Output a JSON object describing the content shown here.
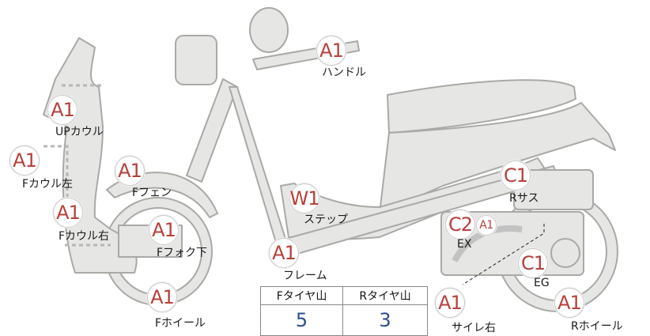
{
  "parts": [
    {
      "id": "handle",
      "grade": "A1",
      "label": "ハンドル"
    },
    {
      "id": "up-cowl",
      "grade": "A1",
      "label": "UPカウル"
    },
    {
      "id": "f-cowl-left",
      "grade": "A1",
      "label": "Fカウル左"
    },
    {
      "id": "f-fender",
      "grade": "A1",
      "label": "Fフェン"
    },
    {
      "id": "f-cowl-right",
      "grade": "A1",
      "label": "Fカウル右"
    },
    {
      "id": "f-fork-lower",
      "grade": "A1",
      "label": "Fフォク下"
    },
    {
      "id": "f-wheel",
      "grade": "A1",
      "label": "Fホイール"
    },
    {
      "id": "step",
      "grade": "W1",
      "label": "ステップ"
    },
    {
      "id": "frame",
      "grade": "A1",
      "label": "フレーム"
    },
    {
      "id": "r-suspension",
      "grade": "C1",
      "label": "Rサス"
    },
    {
      "id": "exhaust",
      "grade": "C2",
      "grade2": "A1",
      "label": "EX"
    },
    {
      "id": "engine",
      "grade": "C1",
      "label": "EG"
    },
    {
      "id": "side-cover-right",
      "grade": "A1",
      "label": "サイレ右"
    },
    {
      "id": "r-wheel",
      "grade": "A1",
      "label": "Rホイール"
    }
  ],
  "tread_table": {
    "headers": [
      "Fタイヤ山",
      "Rタイヤ山"
    ],
    "values": [
      "5",
      "3"
    ]
  },
  "colors": {
    "grade": "#b8403a",
    "tread_value": "#2f4f8a",
    "body_fill": "#e6e6e4",
    "body_stroke": "#a9a9a6"
  }
}
